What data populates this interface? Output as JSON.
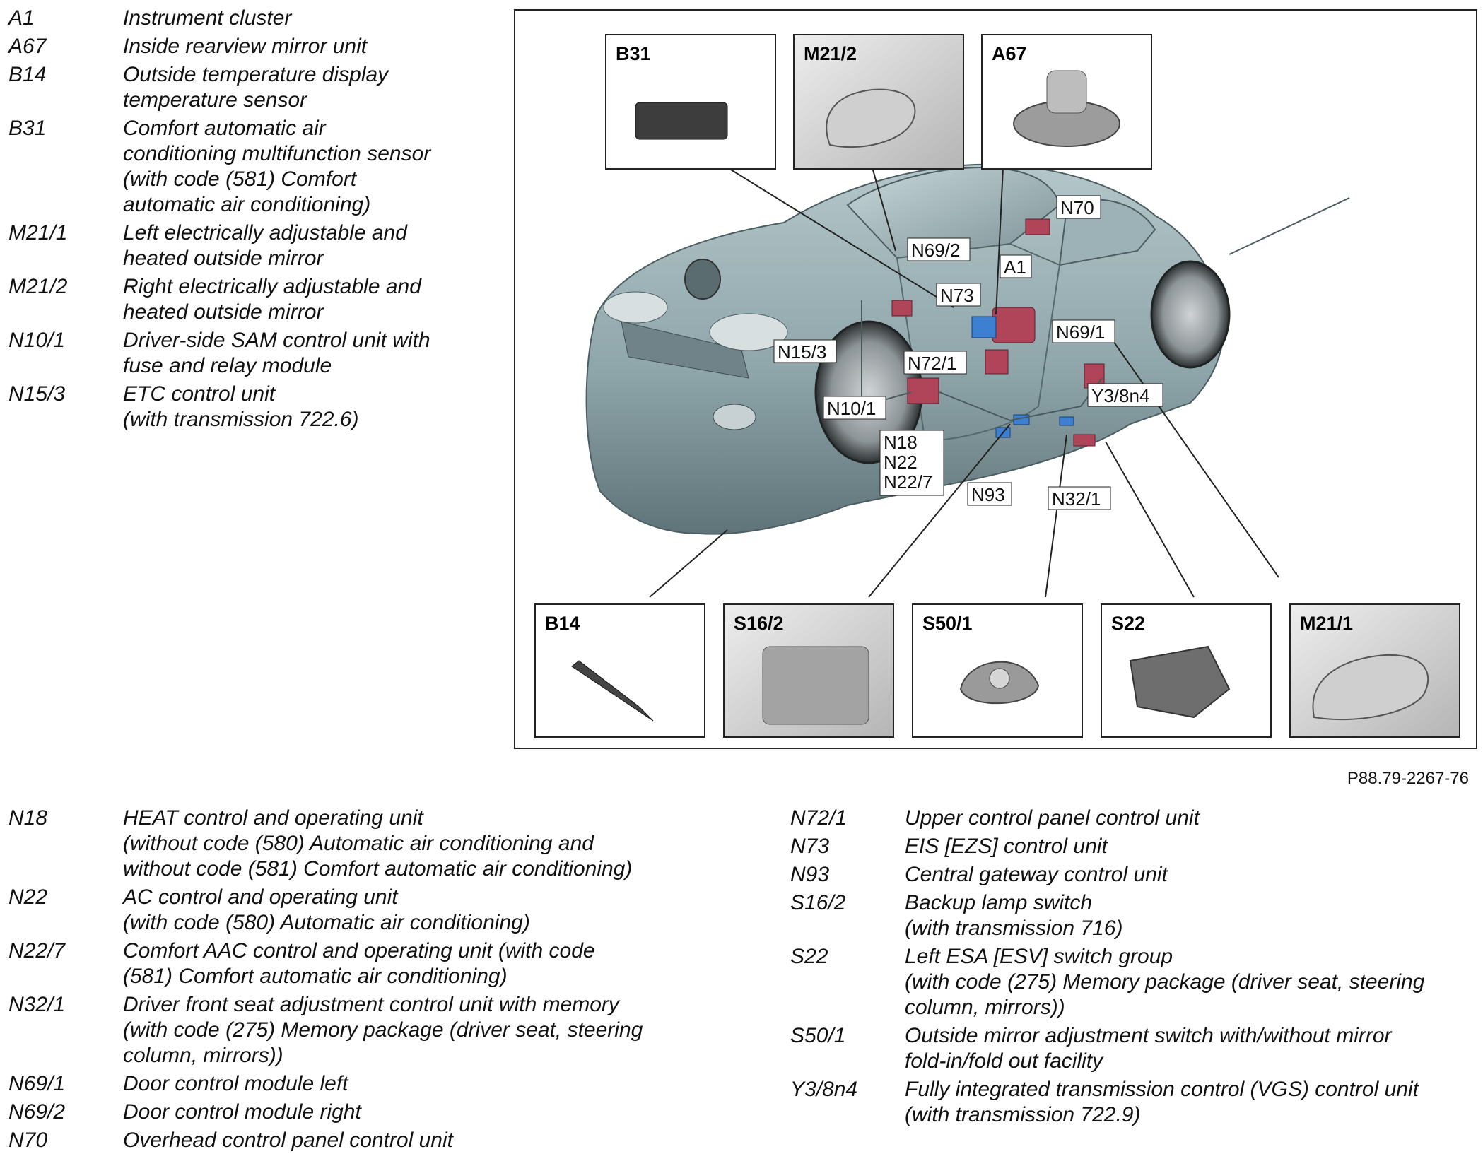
{
  "legend_top": [
    {
      "code": "A1",
      "desc": "Instrument cluster"
    },
    {
      "code": "A67",
      "desc": "Inside rearview mirror unit"
    },
    {
      "code": "B14",
      "desc": "Outside temperature display\ntemperature sensor"
    },
    {
      "code": "B31",
      "desc": "Comfort automatic air\nconditioning multifunction sensor\n(with code  (581) Comfort\nautomatic air conditioning)"
    },
    {
      "code": "M21/1",
      "desc": "Left electrically adjustable and\nheated outside mirror"
    },
    {
      "code": "M21/2",
      "desc": "Right electrically adjustable and\nheated outside mirror"
    },
    {
      "code": "N10/1",
      "desc": "Driver-side SAM control unit with\nfuse and relay module"
    },
    {
      "code": "N15/3",
      "desc": "ETC control unit\n(with transmission 722.6)"
    }
  ],
  "legend_bottom_left": [
    {
      "code": "N18",
      "desc": "HEAT control and operating unit\n(without code (580) Automatic air conditioning and\nwithout code (581) Comfort automatic air conditioning)"
    },
    {
      "code": "N22",
      "desc": "AC control and operating unit\n(with code (580) Automatic air conditioning)"
    },
    {
      "code": "N22/7",
      "desc": "Comfort AAC control and operating unit (with code\n(581) Comfort automatic air conditioning)"
    },
    {
      "code": "N32/1",
      "desc": "Driver front seat adjustment control unit with memory\n(with code (275) Memory package (driver seat, steering\ncolumn, mirrors))"
    },
    {
      "code": "N69/1",
      "desc": "Door control module left"
    },
    {
      "code": "N69/2",
      "desc": "Door control module right"
    },
    {
      "code": "N70",
      "desc": "Overhead control panel control unit"
    }
  ],
  "legend_bottom_right": [
    {
      "code": "N72/1",
      "desc": "Upper control panel control unit"
    },
    {
      "code": "N73",
      "desc": "EIS [EZS] control unit"
    },
    {
      "code": "N93",
      "desc": "Central gateway control unit"
    },
    {
      "code": "S16/2",
      "desc": "Backup lamp switch\n(with transmission 716)"
    },
    {
      "code": "S22",
      "desc": "Left ESA [ESV] switch group\n(with code (275) Memory package (driver seat, steering\ncolumn, mirrors))"
    },
    {
      "code": "S50/1",
      "desc": "Outside mirror adjustment switch with/without mirror\nfold-in/fold out facility"
    },
    {
      "code": "Y3/8n4",
      "desc": "Fully integrated transmission control (VGS) control unit\n(with transmission 722.9)"
    }
  ],
  "figure": {
    "code": "P88.79-2267-76",
    "inset_labels": {
      "b31": "B31",
      "m21_2": "M21/2",
      "a67": "A67",
      "b14": "B14",
      "s16_2": "S16/2",
      "s50_1": "S50/1",
      "s22": "S22",
      "m21_1": "M21/1"
    },
    "callouts": {
      "n70": "N70",
      "n69_2": "N69/2",
      "a1": "A1",
      "n73": "N73",
      "n69_1": "N69/1",
      "n15_3": "N15/3",
      "n72_1": "N72/1",
      "y3_8n4": "Y3/8n4",
      "n10_1": "N10/1",
      "n18": "N18",
      "n22": "N22",
      "n22_7": "N22/7",
      "n93": "N93",
      "n32_1": "N32/1"
    },
    "colors": {
      "car_body": "#8fa6ab",
      "control_unit": "#b0455a",
      "connector": "#3d7fd0"
    }
  }
}
